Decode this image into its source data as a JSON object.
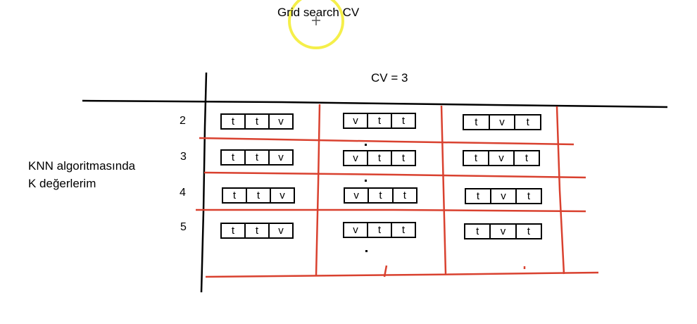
{
  "title": "Grid search CV",
  "cv_label": "CV = 3",
  "side_label": [
    "KNN algoritmasında",
    "K değerlerim"
  ],
  "rows": [
    {
      "k": "2",
      "folds": [
        [
          "t",
          "t",
          "v"
        ],
        [
          "v",
          "t",
          "t"
        ],
        [
          "t",
          "v",
          "t"
        ]
      ]
    },
    {
      "k": "3",
      "folds": [
        [
          "t",
          "t",
          "v"
        ],
        [
          "v",
          "t",
          "t"
        ],
        [
          "t",
          "v",
          "t"
        ]
      ]
    },
    {
      "k": "4",
      "folds": [
        [
          "t",
          "t",
          "v"
        ],
        [
          "v",
          "t",
          "t"
        ],
        [
          "t",
          "v",
          "t"
        ]
      ]
    },
    {
      "k": "5",
      "folds": [
        [
          "t",
          "t",
          "v"
        ],
        [
          "v",
          "t",
          "t"
        ],
        [
          "t",
          "v",
          "t"
        ]
      ]
    }
  ],
  "colors": {
    "grid_red": "#d9412f",
    "axis_black": "#000000",
    "cursor_highlight": "#f5ef4a"
  }
}
